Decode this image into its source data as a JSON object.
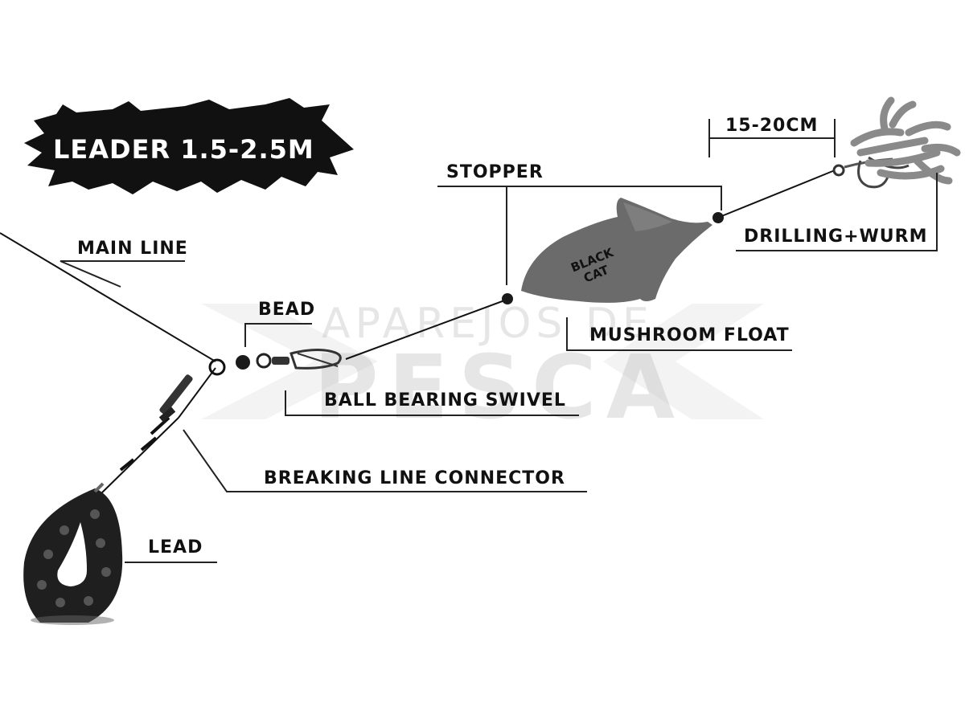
{
  "banner": {
    "text": "LEADER 1.5-2.5M",
    "color": "#111111"
  },
  "labels": {
    "main_line": "MAIN LINE",
    "bead": "BEAD",
    "ball_bearing_swivel": "BALL BEARING SWIVEL",
    "breaking_line_connector": "BREAKING LINE CONNECTOR",
    "lead": "LEAD",
    "stopper": "STOPPER",
    "mushroom_float": "MUSHROOM FLOAT",
    "hook_length": "15-20CM",
    "drilling_wurm": "DRILLING+WURM"
  },
  "float_brand": {
    "line1": "BLACK",
    "line2": "CAT"
  },
  "watermark": {
    "line1": "APAREJOS DE",
    "line2": "PESCA"
  },
  "colors": {
    "float": "#6b6b6b",
    "lead": "#1f1f1f",
    "worm": "#8a8a8a"
  }
}
